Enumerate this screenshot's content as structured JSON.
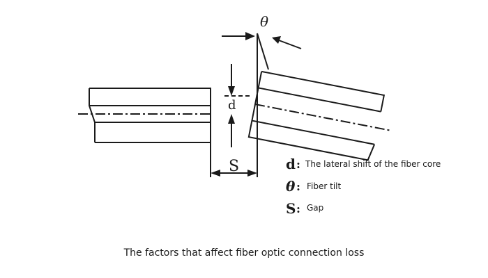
{
  "labels": {
    "theta": "θ",
    "d": "d",
    "s": "S"
  },
  "legend": [
    {
      "symbol": "d",
      "separator": ":",
      "text": "The lateral shift of the fiber core"
    },
    {
      "symbol": "θ",
      "separator": ":",
      "text": "Fiber tilt"
    },
    {
      "symbol": "S",
      "separator": ":",
      "text": "Gap"
    }
  ],
  "caption": "The factors that affect fiber optic connection loss"
}
